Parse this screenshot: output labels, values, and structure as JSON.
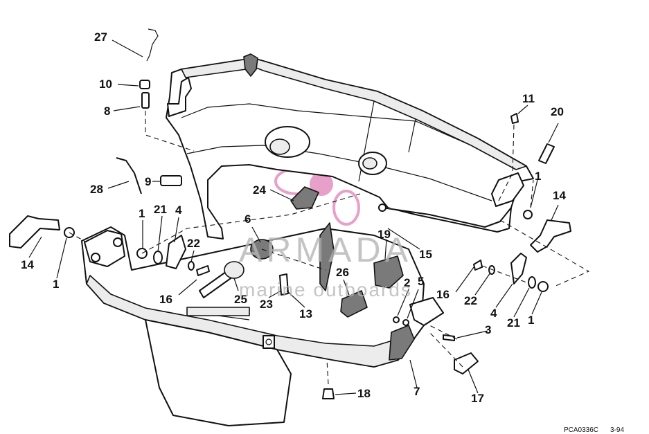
{
  "watermark": {
    "brand": "ARMADA",
    "tagline": "marine outboards",
    "logo_color": "#e48fc0"
  },
  "reference": {
    "code": "PCA0336C",
    "date": "3-94"
  },
  "callouts": {
    "n27": "27",
    "n10": "10",
    "n8": "8",
    "n28": "28",
    "n9": "9",
    "n24": "24",
    "n11": "11",
    "n20": "20",
    "n1_tr": "1",
    "n14_r": "14",
    "n14_l": "14",
    "n1_l": "1",
    "n1_a": "1",
    "n21_l": "21",
    "n4_l": "4",
    "n22_l": "22",
    "n16_l": "16",
    "n6": "6",
    "n19": "19",
    "n15": "15",
    "n26": "26",
    "n25": "25",
    "n23": "23",
    "n13": "13",
    "n2": "2",
    "n5": "5",
    "n16_r": "16",
    "n22_r": "22",
    "n4_r": "4",
    "n21_r": "21",
    "n1_r": "1",
    "n3": "3",
    "n7": "7",
    "n17": "17",
    "n18": "18"
  }
}
